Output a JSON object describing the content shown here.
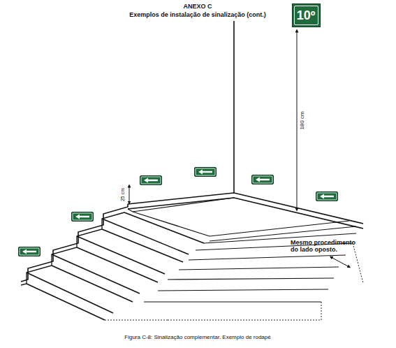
{
  "diagram": {
    "title": "ANEXO C",
    "caption": "Figura C-8: Sinalização complementar. Exemplo de rodapé",
    "nodes": [
      {
        "text": [
          "10º"
        ]
      }
    ],
    "labels": [
      "Exemplos de instalação de sinalização (cont.)",
      "180 cm",
      "25 cm",
      "Mesmo procedimento do lado oposto."
    ]
  }
}
